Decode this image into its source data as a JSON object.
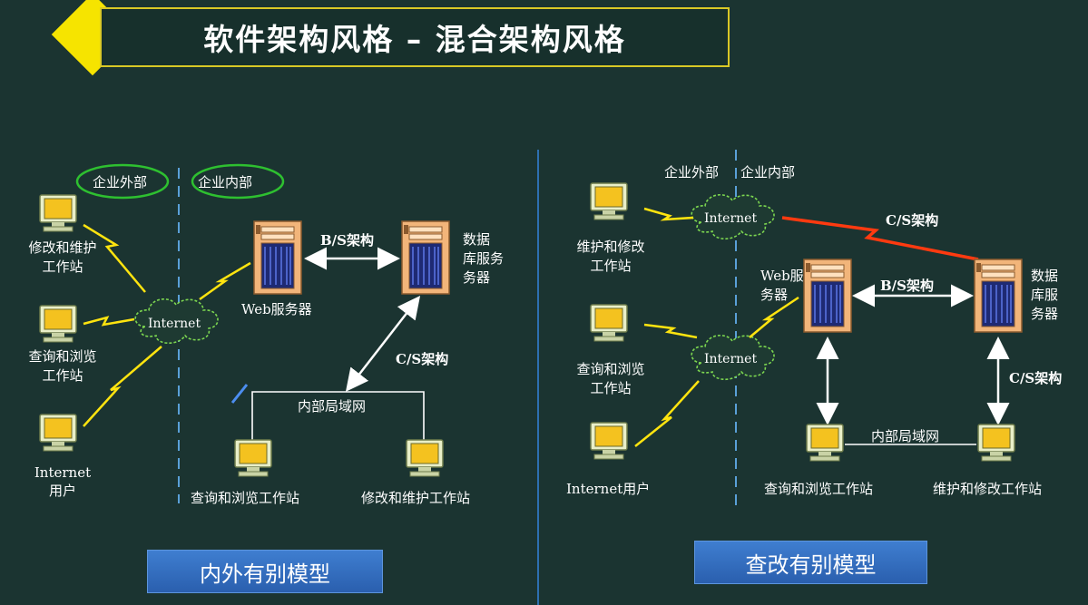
{
  "title": "软件架构风格 – 混合架构风格",
  "left": {
    "outside_label": "企业外部",
    "inside_label": "企业内部",
    "cloud": "Internet",
    "clients": {
      "modify": "修改和维护\n工作站",
      "query": "查询和浏览\n工作站",
      "internet_user": "Internet\n用户"
    },
    "web_server": "Web服务器",
    "db_server": "数据\n库服务\n务器",
    "bs": "B/S架构",
    "cs": "C/S架构",
    "lan": "内部局域网",
    "ws_query": "查询和浏览工作站",
    "ws_modify": "修改和维护工作站",
    "model": "内外有别模型"
  },
  "right": {
    "outside_label": "企业外部",
    "inside_label": "企业内部",
    "cloud_top": "Internet",
    "cloud_mid": "Internet",
    "clients": {
      "maintain": "维护和修改\n工作站",
      "query": "查询和浏览\n工作站",
      "internet_user": "Internet用户"
    },
    "cs_top": "C/S架构",
    "web_server": "Web服\n务器",
    "bs": "B/S架构",
    "db_server": "数据\n库服\n务器",
    "cs_right": "C/S架构",
    "lan": "内部局域网",
    "ws_query": "查询和浏览工作站",
    "ws_maintain": "维护和修改工作站",
    "model": "查改有别模型"
  }
}
